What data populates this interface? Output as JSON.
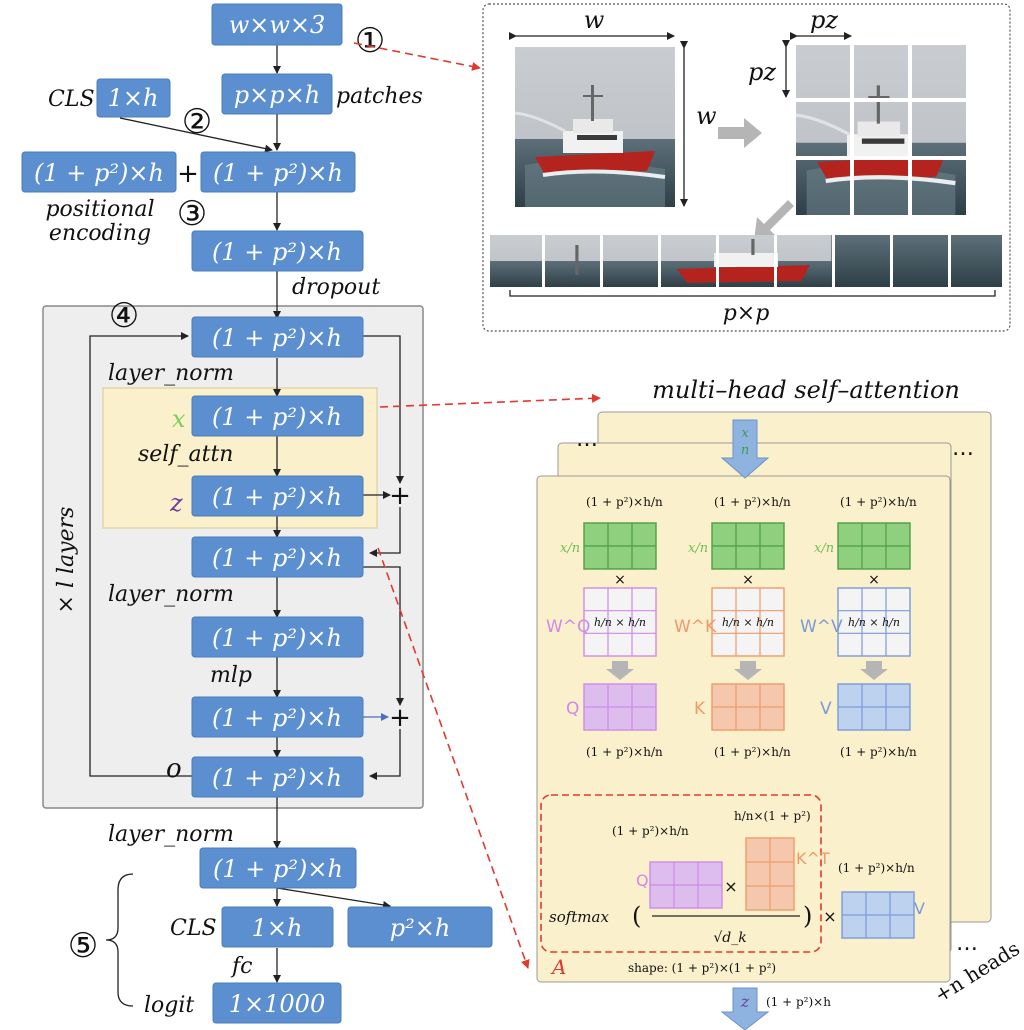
{
  "flow": {
    "input": "w×w×3",
    "patches_box": "p×p×h",
    "patches_label": "patches",
    "cls_label": "CLS",
    "cls_box": "1×h",
    "tokens": "(1 + p²)×h",
    "plus": "+",
    "pos_label_1": "positional",
    "pos_label_2": "encoding",
    "dropout": "dropout",
    "layer_norm": "layer_norm",
    "self_attn": "self_attn",
    "x": "x",
    "z": "z",
    "mlp": "mlp",
    "o": "o",
    "layers": "× l  layers",
    "out_cls_label": "CLS",
    "out_cls_box": "1×h",
    "out_rest_box": "p²×h",
    "fc": "fc",
    "logit_label": "logit",
    "logit_box": "1×1000"
  },
  "steps": [
    "①",
    "②",
    "③",
    "④",
    "⑤"
  ],
  "patch_panel": {
    "w_top": "w",
    "w_side": "w",
    "pz_top": "pz",
    "pz_side": "pz",
    "pxp": "p×p"
  },
  "mhsa": {
    "title": "multi–head self–attention",
    "ellipsis": "…",
    "n_heads": "+n heads",
    "in_var": "x",
    "in_den": "n",
    "head_dim": "(1 + p²)×h/n",
    "x_over_n": "x/n",
    "times": "×",
    "weights": [
      "W^Q",
      "W^K",
      "W^V"
    ],
    "weight_inner": "h/n × h/n",
    "outputs": [
      "Q",
      "K",
      "V"
    ],
    "kt_dim": "h/n×(1 + p²)",
    "kt": "K^T",
    "softmax": "softmax",
    "sqrt_dk": "√d_k",
    "a": "A",
    "shape": "shape: (1 + p²)×(1 + p²)",
    "out_z": "z",
    "out_dim": "(1 + p²)×h"
  },
  "colors": {
    "box_blue": "#5b8fcf",
    "panel_gray": "#eeeeee",
    "attn_yellow": "#fbf0cc",
    "x_green": "#8fd07f",
    "wq_purple": "#cf8ae8",
    "wk_orange": "#ee9b6b",
    "wv_blue": "#7b9ad8",
    "red": "#e03a2f"
  }
}
